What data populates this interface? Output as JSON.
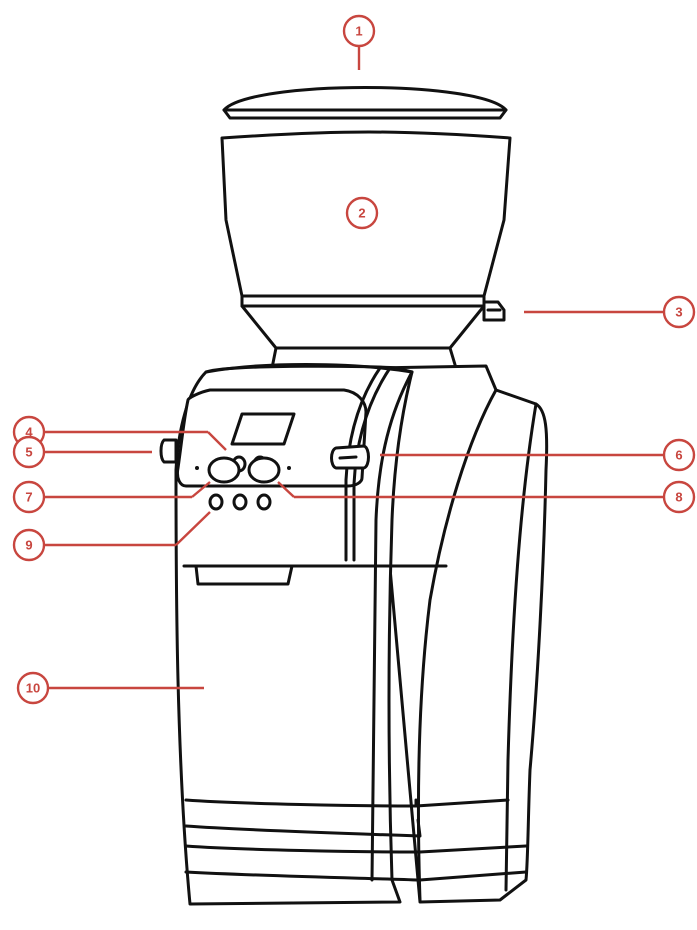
{
  "accent_color": "#c8463f",
  "outline_color": "#111111",
  "callouts": [
    {
      "label": "1"
    },
    {
      "label": "2"
    },
    {
      "label": "3"
    },
    {
      "label": "4"
    },
    {
      "label": "5"
    },
    {
      "label": "6"
    },
    {
      "label": "7"
    },
    {
      "label": "8"
    },
    {
      "label": "9"
    },
    {
      "label": "10"
    }
  ]
}
